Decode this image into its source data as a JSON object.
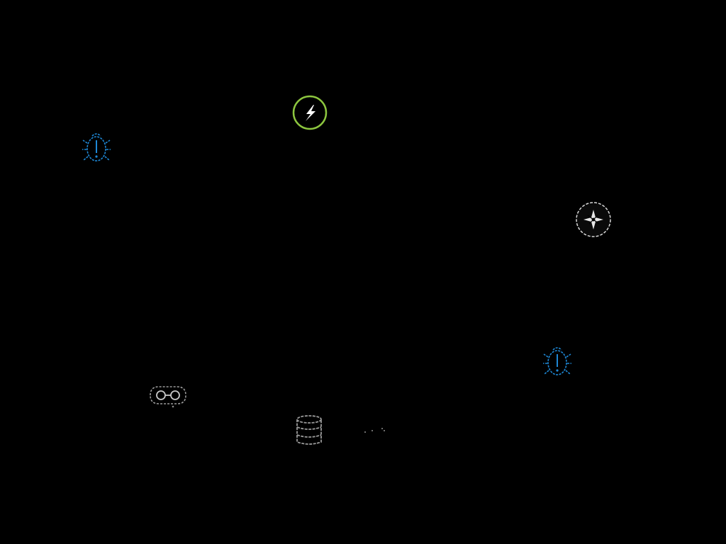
{
  "scene": {
    "background": "#000000"
  },
  "entities": [
    {
      "id": "bolt-power-up",
      "icon": "lightning-bolt-icon",
      "ring_color": "#8dc63f",
      "glyph_color": "#ffffff"
    },
    {
      "id": "bug-enemy-1",
      "icon": "bug-icon",
      "color": "#1e88d6"
    },
    {
      "id": "shuriken-node",
      "icon": "shuriken-icon",
      "color": "#ffffff"
    },
    {
      "id": "bug-enemy-2",
      "icon": "bug-icon",
      "color": "#1e88d6"
    },
    {
      "id": "mask-node",
      "icon": "mask-icon",
      "color": "#9a9a9a"
    },
    {
      "id": "database-node",
      "icon": "database-icon",
      "color": "#9a9a9a"
    },
    {
      "id": "stray-marks",
      "icon": "dots-icon",
      "color": "#6e6e6e"
    }
  ]
}
